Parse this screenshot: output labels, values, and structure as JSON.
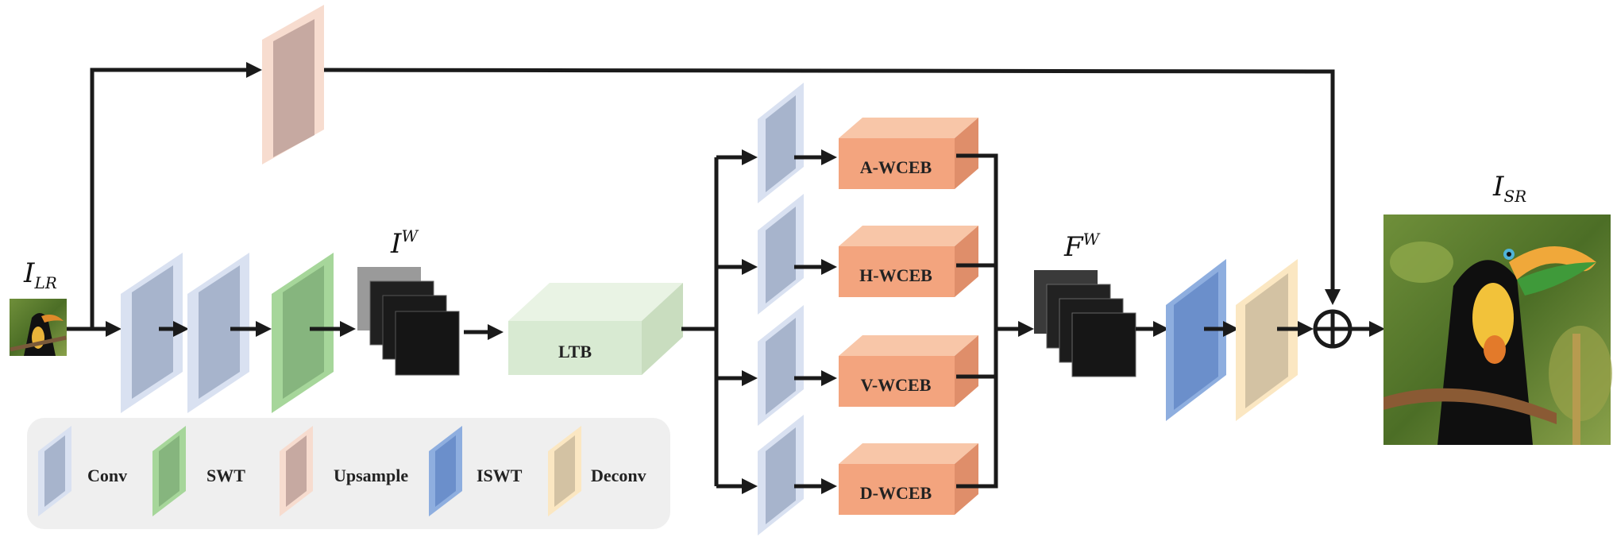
{
  "inputs": {
    "lr_label": "I",
    "lr_sub": "LR",
    "sr_label": "I",
    "sr_sub": "SR",
    "iw_label": "I",
    "iw_sup": "W",
    "fw_label": "F",
    "fw_sup": "W"
  },
  "blocks": {
    "ltb": "LTB",
    "wceb": [
      "A-WCEB",
      "H-WCEB",
      "V-WCEB",
      "D-WCEB"
    ]
  },
  "legend": {
    "items": [
      {
        "label": "Conv",
        "color": "#a9b9d6"
      },
      {
        "label": "SWT",
        "color": "#8ac47f"
      },
      {
        "label": "Upsample",
        "color": "#e9b6a4"
      },
      {
        "label": "ISWT",
        "color": "#6b8fcb"
      },
      {
        "label": "Deconv",
        "color": "#e5cf9c"
      }
    ]
  },
  "colors": {
    "conv": "#a9b9d6",
    "swt": "#8ac47f",
    "upsample": "#e9b6a4",
    "iswt": "#6b8fcb",
    "deconv": "#e5cf9c",
    "ltb": "#d8ead2",
    "wceb": "#f3a47e"
  }
}
